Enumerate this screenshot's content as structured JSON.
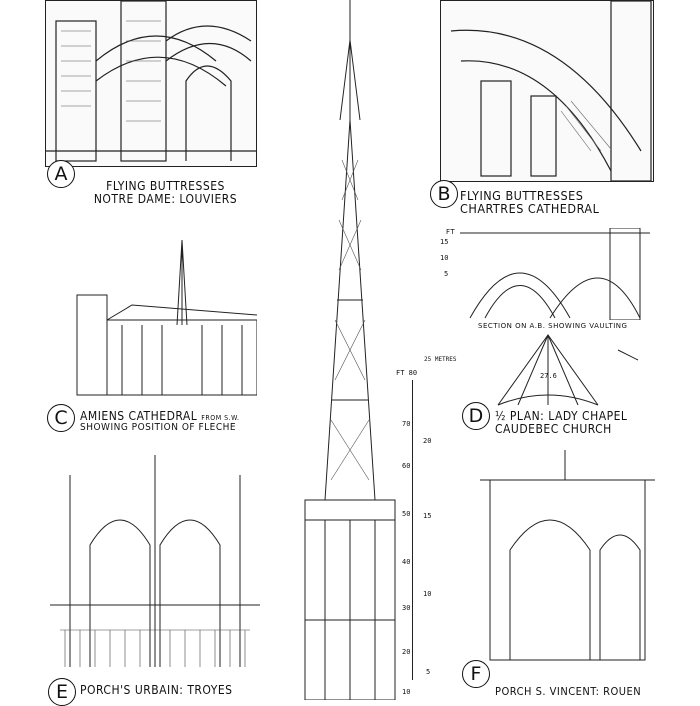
{
  "plates": {
    "a": {
      "letter": "A",
      "line1": "FLYING BUTTRESSES",
      "line2": "NOTRE DAME: LOUVIERS"
    },
    "b": {
      "letter": "B",
      "line1": "FLYING BUTTRESSES",
      "line2": "CHARTRES CATHEDRAL"
    },
    "c": {
      "letter": "C",
      "line1": "AMIENS CATHEDRAL",
      "from": "FROM S.W.",
      "line2": "SHOWING POSITION OF FLECHE"
    },
    "d": {
      "letter": "D",
      "line1": "½ PLAN: LADY CHAPEL",
      "line2": "CAUDEBEC CHURCH"
    },
    "e": {
      "letter": "E",
      "line1": "PORCH'S URBAIN: TROYES"
    },
    "f": {
      "letter": "F",
      "line1": "PORCH S. VINCENT: ROUEN"
    }
  },
  "section": {
    "caption": "SECTION ON A.B. SHOWING VAULTING",
    "unit": "FT",
    "marks": [
      "15",
      "10",
      "5"
    ]
  },
  "scale": {
    "ft_header": "FT 80",
    "m_header": "25 METRES",
    "ft_marks": [
      "70",
      "60",
      "50",
      "40",
      "30",
      "20",
      "10"
    ],
    "m_marks": [
      "20",
      "15",
      "10",
      "5"
    ]
  },
  "plan_mark": "27.6"
}
